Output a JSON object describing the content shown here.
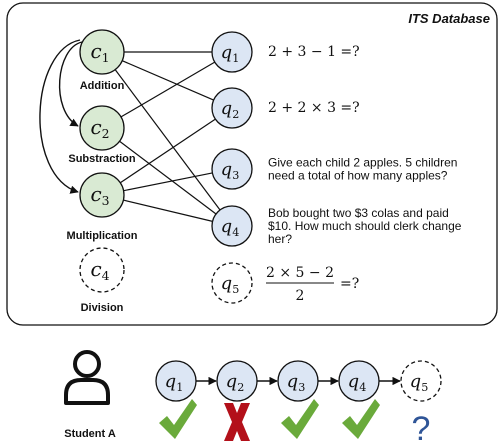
{
  "database": {
    "title": "ITS Database"
  },
  "concepts": [
    {
      "id": "c1",
      "letter": "c",
      "sub": "1",
      "label": "Addition",
      "dashed": false
    },
    {
      "id": "c2",
      "letter": "c",
      "sub": "2",
      "label": "Substraction",
      "dashed": false
    },
    {
      "id": "c3",
      "letter": "c",
      "sub": "3",
      "label": "Multiplication",
      "dashed": false
    },
    {
      "id": "c4",
      "letter": "c",
      "sub": "4",
      "label": "Division",
      "dashed": true
    }
  ],
  "questions": [
    {
      "id": "q1",
      "letter": "q",
      "sub": "1",
      "text_lines": [
        "2 + 3 − 1 =?"
      ],
      "math": true,
      "dashed": false
    },
    {
      "id": "q2",
      "letter": "q",
      "sub": "2",
      "text_lines": [
        "2 + 2 × 3 =?"
      ],
      "math": true,
      "dashed": false
    },
    {
      "id": "q3",
      "letter": "q",
      "sub": "3",
      "text_lines": [
        "Give each child 2 apples. 5 children",
        "need a total of how many apples?"
      ],
      "math": false,
      "dashed": false
    },
    {
      "id": "q4",
      "letter": "q",
      "sub": "4",
      "text_lines": [
        "Bob bought two $3 colas and paid",
        "$10. How much should clerk change",
        "her?"
      ],
      "math": false,
      "dashed": false
    },
    {
      "id": "q5",
      "letter": "q",
      "sub": "5",
      "fraction": {
        "numerator": "2 × 5 − 2",
        "denominator": "2",
        "suffix": "=?"
      },
      "math": true,
      "dashed": true
    }
  ],
  "links": [
    [
      "c1",
      "q1"
    ],
    [
      "c1",
      "q2"
    ],
    [
      "c1",
      "q4"
    ],
    [
      "c2",
      "q1"
    ],
    [
      "c2",
      "q4"
    ],
    [
      "c3",
      "q2"
    ],
    [
      "c3",
      "q3"
    ],
    [
      "c3",
      "q4"
    ]
  ],
  "prerequisites": [
    [
      "c1",
      "c2"
    ],
    [
      "c1",
      "c3"
    ]
  ],
  "student": {
    "label": "Student A",
    "sequence": [
      {
        "letter": "q",
        "sub": "1",
        "result": "correct",
        "dashed": false
      },
      {
        "letter": "q",
        "sub": "2",
        "result": "wrong",
        "dashed": false
      },
      {
        "letter": "q",
        "sub": "3",
        "result": "correct",
        "dashed": false
      },
      {
        "letter": "q",
        "sub": "4",
        "result": "correct",
        "dashed": false
      },
      {
        "letter": "q",
        "sub": "5",
        "result": "unknown",
        "dashed": true
      }
    ],
    "unknown_mark": "?"
  },
  "colors": {
    "concept_fill": "#d9ead3",
    "question_fill": "#dce6f4",
    "correct": "#6aaa3b",
    "wrong": "#b3101a",
    "unknown": "#2f5597",
    "stroke": "#111111"
  }
}
